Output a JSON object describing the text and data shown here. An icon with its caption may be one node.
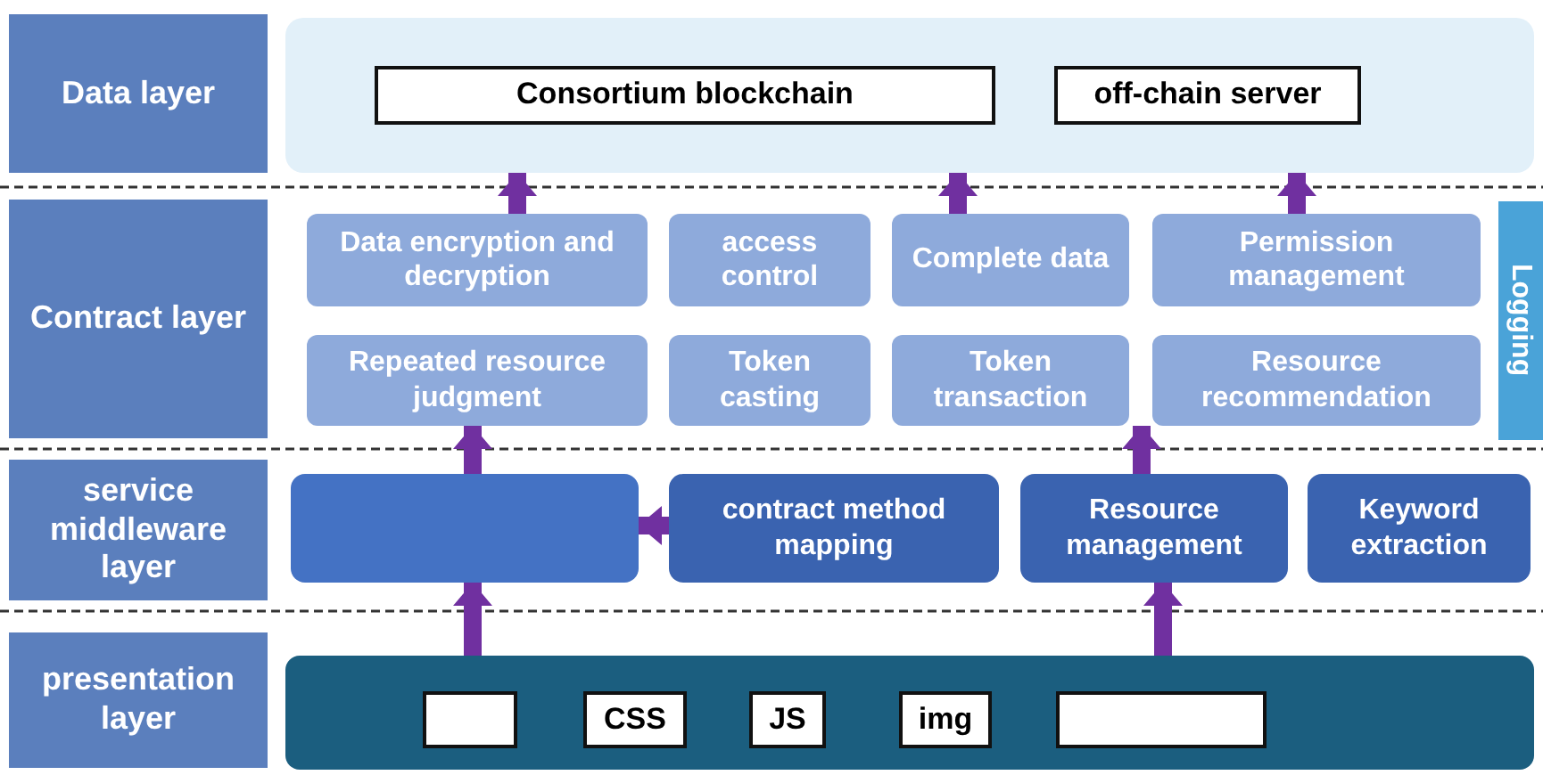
{
  "diagram": {
    "nodes": [
      {
        "text": [
          "Data layer"
        ]
      },
      {
        "text": [],
        "shape": "box"
      },
      {
        "text": [
          "Consortium blockchain"
        ],
        "in": 1
      },
      {
        "text": [
          "off-chain server"
        ],
        "in": 1
      },
      {
        "text": [
          "Contract layer"
        ]
      },
      {
        "text": [
          "Data encryption and decryption"
        ]
      },
      {
        "text": [
          "access control"
        ]
      },
      {
        "text": [
          "Complete data"
        ]
      },
      {
        "text": [
          "Permission management"
        ]
      },
      {
        "text": [
          "Repeated resource judgment"
        ]
      },
      {
        "text": [
          "Token casting"
        ]
      },
      {
        "text": [
          "Token transaction"
        ]
      },
      {
        "text": [
          "Resource recommendation"
        ]
      },
      {
        "text": [
          "Logging"
        ]
      },
      {
        "text": [
          "service middleware layer"
        ]
      },
      {
        "text": [],
        "shape": "box"
      },
      {
        "text": [
          "contract method mapping"
        ]
      },
      {
        "text": [
          "Resource management"
        ]
      },
      {
        "text": [
          "Keyword extraction"
        ]
      },
      {
        "text": [
          "presentation layer"
        ]
      },
      {
        "text": [],
        "shape": "box"
      },
      {
        "text": [],
        "shape": "box",
        "in": 20
      },
      {
        "text": [
          "CSS"
        ],
        "in": 20
      },
      {
        "text": [
          "JS"
        ],
        "in": 20
      },
      {
        "text": [
          "img"
        ],
        "in": 20
      },
      {
        "text": [],
        "shape": "box",
        "in": 20
      }
    ],
    "edges": [
      {
        "from": 20,
        "to": 15,
        "arrow": "to"
      },
      {
        "from": 20,
        "to": 17,
        "arrow": "to"
      },
      {
        "from": 16,
        "to": 15,
        "arrow": "to"
      },
      {
        "from": 15,
        "to": 9,
        "arrow": "to"
      },
      {
        "from": 17,
        "to": 12,
        "arrow": "to"
      },
      {
        "from": 5,
        "to": 1,
        "arrow": "to"
      },
      {
        "from": 7,
        "to": 1,
        "arrow": "to"
      },
      {
        "from": 8,
        "to": 1,
        "arrow": "to"
      }
    ]
  }
}
